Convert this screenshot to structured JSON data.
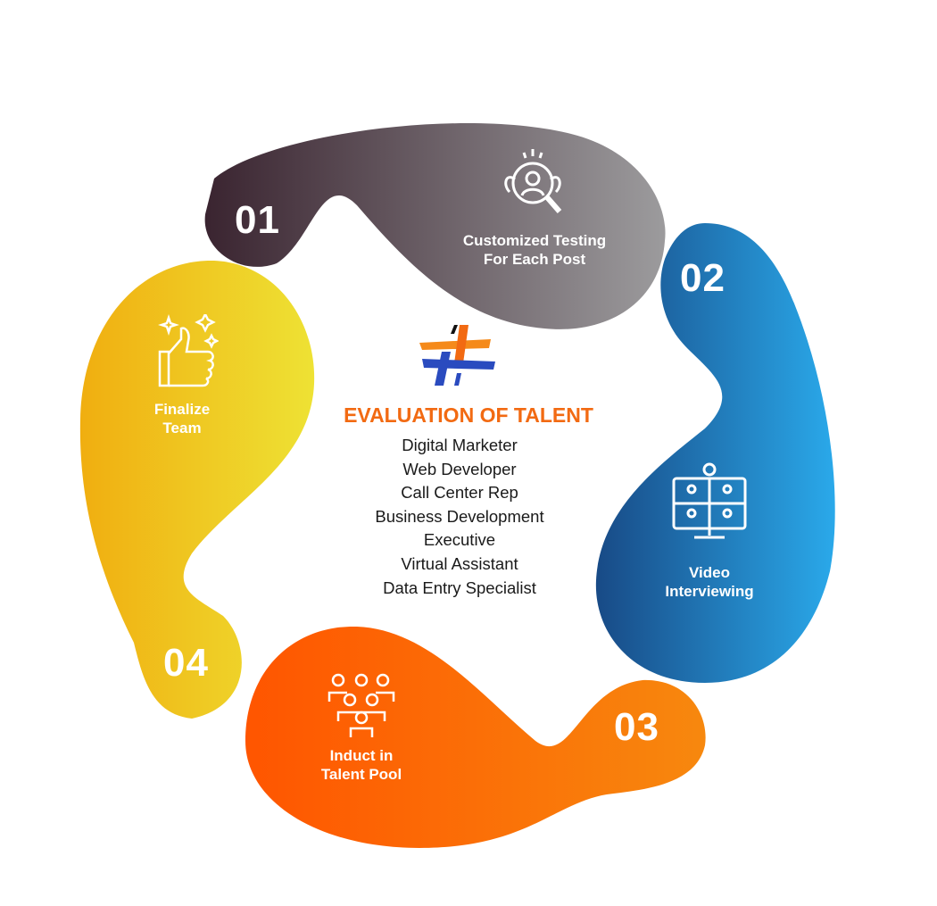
{
  "title": "EVALUATION OF TALENT",
  "roles": [
    "Digital Marketer",
    "Web Developer",
    "Call Center Rep",
    "Business Development",
    "Executive",
    "Virtual Assistant",
    "Data Entry Specialist"
  ],
  "steps": [
    {
      "number": "01",
      "label_line1": "Customized Testing",
      "label_line2": "For Each Post",
      "icon": "search-person-icon",
      "color_from": "#3a2430",
      "color_to": "#9c9b9d"
    },
    {
      "number": "02",
      "label_line1": "Video",
      "label_line2": "Interviewing",
      "icon": "video-conference-icon",
      "color_from": "#184a86",
      "color_to": "#2aa9ea"
    },
    {
      "number": "03",
      "label_line1": "Induct in",
      "label_line2": "Talent Pool",
      "icon": "group-icon",
      "color_from": "#ff5500",
      "color_to": "#f7880e"
    },
    {
      "number": "04",
      "label_line1": "Finalize",
      "label_line2": "Team",
      "icon": "thumbs-up-icon",
      "color_from": "#f0ae10",
      "color_to": "#eee234"
    }
  ]
}
